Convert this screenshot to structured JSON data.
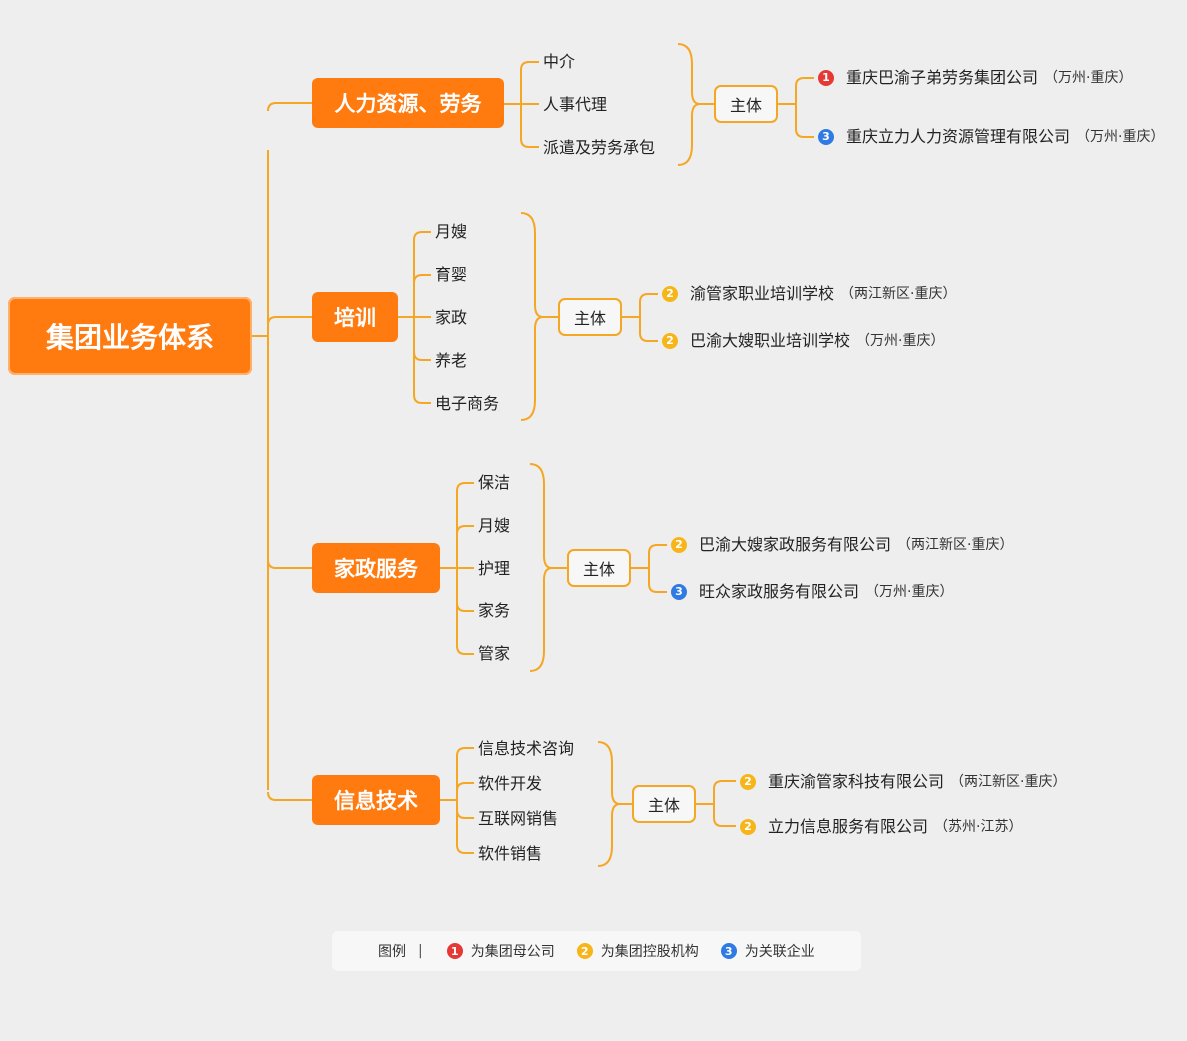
{
  "root": "集团业务体系",
  "subject_label": "主体",
  "categories": [
    {
      "name": "人力资源、劳务",
      "items": [
        "中介",
        "人事代理",
        "派遣及劳务承包"
      ],
      "companies": [
        {
          "badge": "1",
          "name": "重庆巴渝子弟劳务集团公司",
          "location": "（万州·重庆）"
        },
        {
          "badge": "3",
          "name": "重庆立力人力资源管理有限公司",
          "location": "（万州·重庆）"
        }
      ]
    },
    {
      "name": "培训",
      "items": [
        "月嫂",
        "育婴",
        "家政",
        "养老",
        "电子商务"
      ],
      "companies": [
        {
          "badge": "2",
          "name": "渝管家职业培训学校",
          "location": "（两江新区·重庆）"
        },
        {
          "badge": "2",
          "name": "巴渝大嫂职业培训学校",
          "location": "（万州·重庆）"
        }
      ]
    },
    {
      "name": "家政服务",
      "items": [
        "保洁",
        "月嫂",
        "护理",
        "家务",
        "管家"
      ],
      "companies": [
        {
          "badge": "2",
          "name": "巴渝大嫂家政服务有限公司",
          "location": "（两江新区·重庆）"
        },
        {
          "badge": "3",
          "name": "旺众家政服务有限公司",
          "location": "（万州·重庆）"
        }
      ]
    },
    {
      "name": "信息技术",
      "items": [
        "信息技术咨询",
        "软件开发",
        "互联网销售",
        "软件销售"
      ],
      "companies": [
        {
          "badge": "2",
          "name": "重庆渝管家科技有限公司",
          "location": "（两江新区·重庆）"
        },
        {
          "badge": "2",
          "name": "立力信息服务有限公司",
          "location": "（苏州·江苏）"
        }
      ]
    }
  ],
  "legend": {
    "title": "图例",
    "separator": "|",
    "entries": [
      {
        "badge": "1",
        "label": "为集团母公司"
      },
      {
        "badge": "2",
        "label": "为集团控股机构"
      },
      {
        "badge": "3",
        "label": "为关联企业"
      }
    ]
  },
  "colors": {
    "accent": "#ff7a0f",
    "line": "#f5a623",
    "badge1": "#e53935",
    "badge2": "#f6b619",
    "badge3": "#2f7be3"
  }
}
